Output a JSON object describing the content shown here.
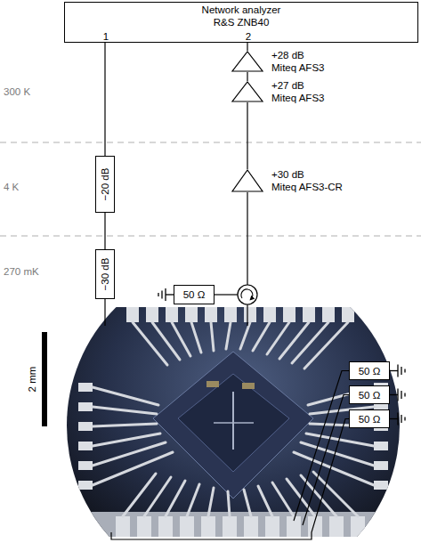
{
  "diagram": {
    "nodes": [
      {
        "text": [
          "Network analyzer",
          "R&S ZNB40",
          "1",
          "2"
        ]
      },
      {
        "text": [
          "+28 dB",
          "Miteq AFS3"
        ]
      },
      {
        "text": [
          "+27 dB",
          "Miteq AFS3"
        ]
      },
      {
        "text": [
          "−20 dB"
        ]
      },
      {
        "text": [
          "+30 dB",
          "Miteq AFS3-CR"
        ]
      },
      {
        "text": [
          "−30 dB"
        ]
      },
      {
        "text": [
          "50 Ω"
        ]
      },
      {
        "text": [
          "50 Ω"
        ]
      },
      {
        "text": [
          "50 Ω"
        ]
      },
      {
        "text": [
          "50 Ω"
        ]
      }
    ],
    "edges": [
      {
        "from": 0,
        "to": 3,
        "arrow": "none"
      },
      {
        "from": 3,
        "to": 5,
        "arrow": "none"
      },
      {
        "from": 0,
        "to": 1,
        "arrow": "none"
      },
      {
        "from": 1,
        "to": 2,
        "arrow": "none"
      },
      {
        "from": 2,
        "to": 4,
        "arrow": "none"
      }
    ],
    "labels": [
      "300 K",
      "4 K",
      "270 mK",
      "2 mm"
    ]
  }
}
